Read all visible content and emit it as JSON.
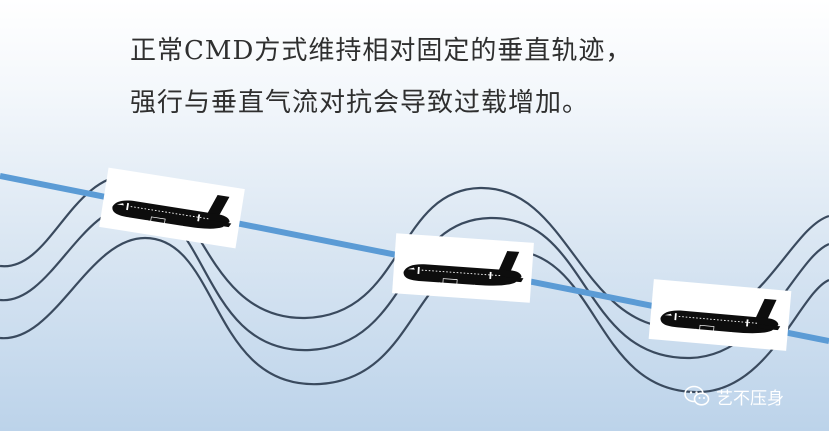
{
  "caption": {
    "line1": "正常CMD方式维持相对固定的垂直轨迹，",
    "line2": "强行与垂直气流对抗会导致过载增加。"
  },
  "watermark": {
    "text": "艺不压身",
    "icon": "wechat-icon"
  },
  "colors": {
    "wave": "#3a4a5e",
    "track": "#5b9bd5",
    "aircraft": "#0d0d0d",
    "text": "#2f2f2f"
  }
}
